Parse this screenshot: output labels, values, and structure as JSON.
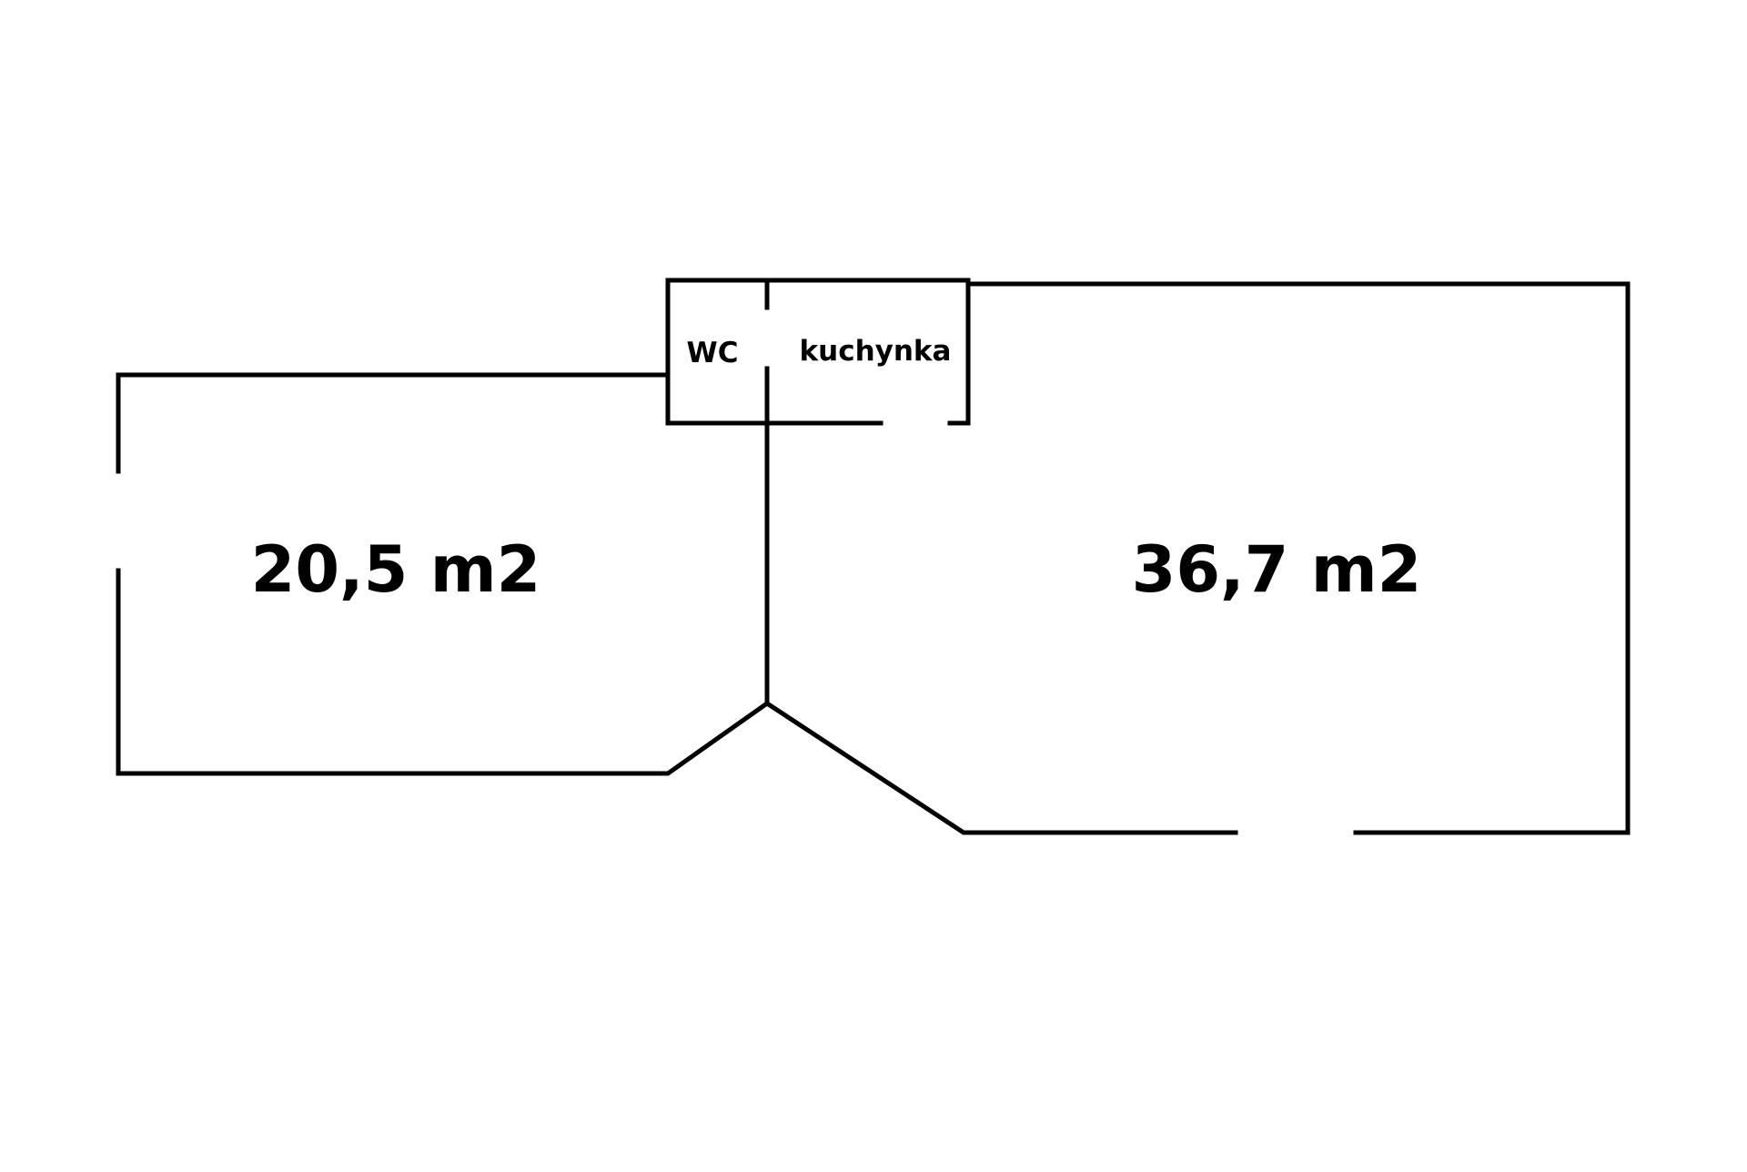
{
  "rooms": {
    "left_room": {
      "area": "20,5 m2"
    },
    "right_room": {
      "area": "36,7 m2"
    },
    "wc": {
      "label": "WC"
    },
    "kitchenette": {
      "label": "kuchynka"
    }
  },
  "colors": {
    "walls": "#000000",
    "background": "#ffffff"
  }
}
